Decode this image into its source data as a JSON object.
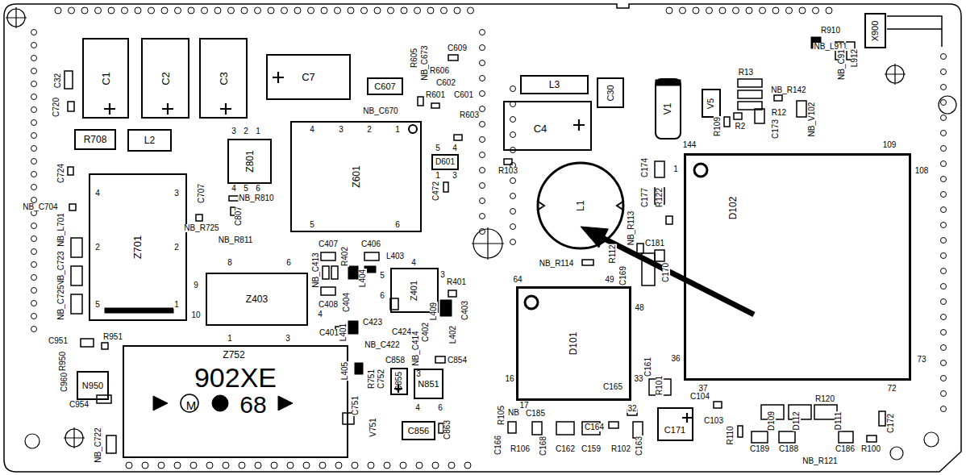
{
  "diagram": {
    "nodes": [
      {
        "text": [
          "C1"
        ]
      },
      {
        "text": [
          "C2"
        ]
      },
      {
        "text": [
          "C3"
        ]
      },
      {
        "text": [
          "C7"
        ]
      },
      {
        "text": [
          "C607"
        ]
      },
      {
        "text": [
          "L3"
        ]
      },
      {
        "text": [
          "C30"
        ]
      },
      {
        "text": [
          "C4"
        ]
      },
      {
        "text": [
          "R708"
        ]
      },
      {
        "text": [
          "L2"
        ]
      },
      {
        "text": [
          "Z801"
        ]
      },
      {
        "text": [
          "Z601"
        ]
      },
      {
        "text": [
          "D601"
        ]
      },
      {
        "text": [
          "Z701"
        ]
      },
      {
        "text": [
          "Z403"
        ]
      },
      {
        "text": [
          "Z401"
        ]
      },
      {
        "text": [
          "Z752",
          "902XE",
          "M",
          "68"
        ]
      },
      {
        "text": [
          "D101"
        ]
      },
      {
        "text": [
          "D102"
        ]
      },
      {
        "text": [
          "L1"
        ]
      },
      {
        "text": [
          "V1"
        ]
      },
      {
        "text": [
          "V5"
        ]
      },
      {
        "text": [
          "X900"
        ]
      },
      {
        "text": [
          "N950"
        ]
      },
      {
        "text": [
          "N851"
        ]
      },
      {
        "text": [
          "C855"
        ]
      },
      {
        "text": [
          "C856"
        ]
      },
      {
        "text": [
          "C171"
        ]
      }
    ],
    "labels": [
      "C32",
      "C720",
      "C724",
      "NB_C704",
      "NB_L701",
      "NB_C723",
      "NB_C725",
      "C707",
      "NB_R810",
      "C807",
      "NB_R725",
      "NB_R811",
      "R605",
      "NB_C673",
      "C609",
      "R606",
      "C602",
      "NB_C670",
      "R601",
      "C601",
      "R603",
      "C472",
      "R103",
      "C407",
      "R402",
      "C406",
      "NB_C413",
      "L403",
      "L404",
      "C408",
      "C404",
      "C423",
      "R401",
      "L409",
      "C403",
      "C424",
      "C402",
      "L402",
      "NB_C414",
      "C401",
      "L401",
      "NB_C422",
      "C858",
      "C854",
      "L405",
      "R751",
      "C752",
      "C751",
      "V751",
      "C863",
      "R951",
      "C951",
      "R950",
      "C960",
      "C954",
      "NB_C722",
      "NB_R114",
      "NB_R113",
      "R122",
      "C174",
      "C177",
      "C181",
      "R112",
      "C169",
      "C170",
      "R105",
      "NB",
      "C185",
      "C166",
      "R106",
      "C168",
      "C162",
      "C159",
      "C164",
      "R102",
      "C163",
      "C165",
      "C161",
      "R101",
      "C104",
      "C103",
      "R110",
      "D109",
      "D112",
      "D111",
      "R120",
      "C189",
      "C188",
      "NB_R121",
      "C186",
      "R100",
      "C172",
      "R910",
      "NB_L911",
      "NB_C91",
      "L912",
      "R13",
      "NB_R142",
      "R12",
      "R109",
      "R2",
      "C173",
      "NB_V102",
      "3",
      "2",
      "1",
      "4",
      "5",
      "6",
      "4",
      "3",
      "2",
      "1",
      "5",
      "6",
      "5",
      "4",
      "1",
      "3",
      "4",
      "3",
      "2",
      "2",
      "5",
      "1",
      "8",
      "6",
      "9",
      "10",
      "4",
      "1",
      "3",
      "4",
      "5",
      "6",
      "3",
      "64",
      "49",
      "48",
      "16",
      "17",
      "33",
      "32",
      "144",
      "109",
      "1",
      "108",
      "36",
      "73",
      "37",
      "72",
      "3",
      "4",
      "6"
    ]
  }
}
